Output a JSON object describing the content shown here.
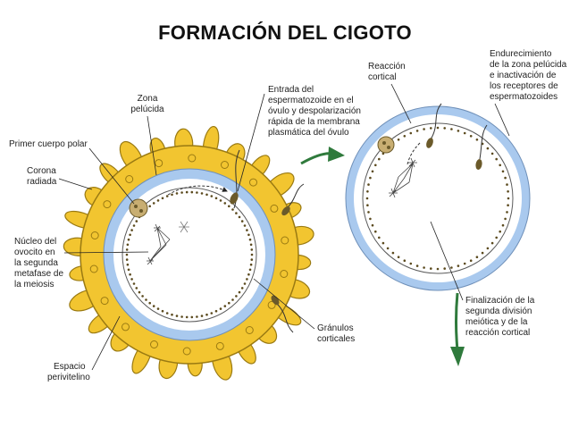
{
  "title": "FORMACIÓN DEL CIGOTO",
  "colors": {
    "corona": "#f2c530",
    "corona_edge": "#9a7a12",
    "zona": "#a9c9ee",
    "arrow": "#2f7a3c",
    "text": "#222222"
  },
  "left_figure": {
    "labels": {
      "zona_pelucida": [
        "Zona",
        "pelúcida"
      ],
      "entrada": [
        "Entrada del",
        "espermatozoide en el",
        "óvulo y despolarización",
        "rápida de la membrana",
        "plasmática del óvulo"
      ],
      "primer_cuerpo_polar": [
        "Primer cuerpo polar"
      ],
      "corona_radiada": [
        "Corona",
        "radiada"
      ],
      "nucleo": [
        "Núcleo del",
        "ovocito en",
        "la segunda",
        "metafase de",
        "la meiosis"
      ],
      "granulos": [
        "Gránulos",
        "corticales"
      ],
      "espacio": [
        "Espacio",
        "perivitelino"
      ]
    }
  },
  "right_figure": {
    "labels": {
      "reaccion": [
        "Reacción",
        "cortical"
      ],
      "endurecimiento": [
        "Endurecimiento",
        "de la zona pelúcida",
        "e inactivación de",
        "los receptores de",
        "espermatozoides"
      ],
      "finalizacion": [
        "Finalización de la",
        "segunda división",
        "meiótica y de la",
        "reacción cortical"
      ]
    }
  },
  "icons": [
    "transition-arrow-icon",
    "down-arrow-icon",
    "sperm-icon",
    "spindle-icon"
  ]
}
